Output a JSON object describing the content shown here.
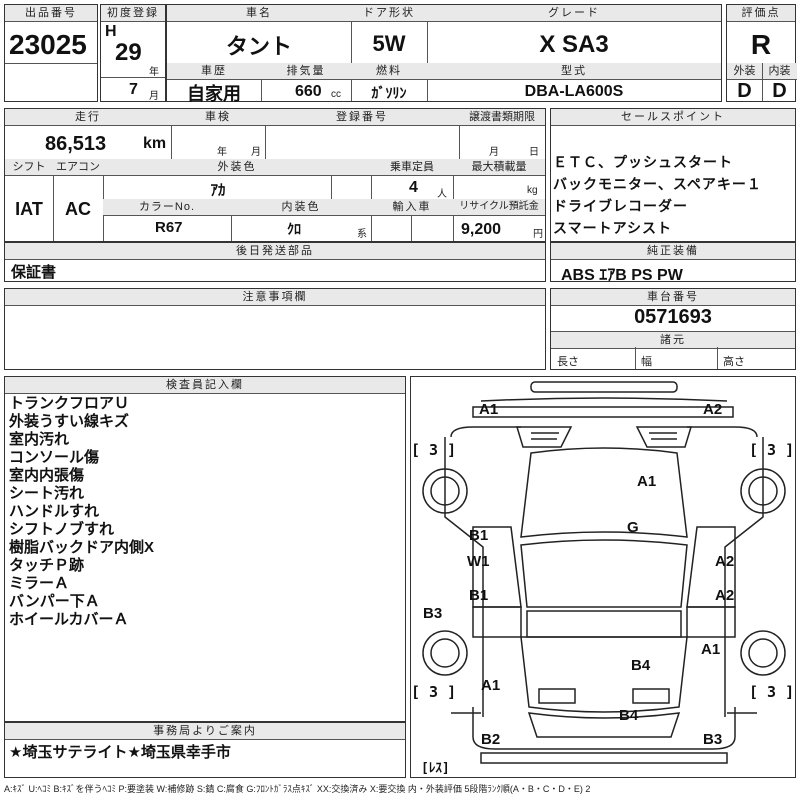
{
  "header": {
    "lot_label": "出品番号",
    "lot_number": "23025",
    "first_reg_label": "初度登録",
    "era": "H",
    "year": "29",
    "year_unit": "年",
    "month": "7",
    "month_unit": "月",
    "car_name_label": "車名",
    "car_name": "タント",
    "door_label": "ドア形状",
    "door": "5W",
    "grade_label": "グレード",
    "grade": "X SA3",
    "score_label": "評価点",
    "score": "R",
    "history_label": "車歴",
    "history": "自家用",
    "displacement_label": "排気量",
    "displacement": "660",
    "displacement_unit": "cc",
    "fuel_label": "燃料",
    "fuel": "ｶﾞｿﾘﾝ",
    "model_label": "型式",
    "model": "DBA-LA600S",
    "exterior_label": "外装",
    "exterior": "D",
    "interior_label": "内装",
    "interior": "D"
  },
  "specs": {
    "mileage_label": "走行",
    "mileage": "86,513",
    "mileage_unit": "km",
    "inspection_label": "車検",
    "year_unit": "年",
    "month_unit": "月",
    "registration_label": "登録番号",
    "transfer_label": "譲渡書類期限",
    "transfer_month": "月",
    "transfer_day": "日",
    "shift_label": "シフト",
    "shift": "IAT",
    "ac_label": "エアコン",
    "ac": "AC",
    "ext_color_label": "外装色",
    "ext_color": "ｱｶ",
    "capacity_label": "乗車定員",
    "capacity": "4",
    "capacity_unit": "人",
    "max_load_label": "最大積載量",
    "max_load_unit": "kg",
    "color_no_label": "カラーNo.",
    "color_no": "R67",
    "int_color_label": "内装色",
    "int_color": "ｸﾛ",
    "int_color_unit": "系",
    "import_label": "輸入車",
    "recycle_label": "リサイクル預託金",
    "recycle": "9,200",
    "recycle_unit": "円"
  },
  "sales_points": {
    "label": "セールスポイント",
    "items": [
      "ＥＴＣ、プッシュスタート",
      "バックモニター、スペアキー１",
      "ドライブレコーダー",
      "スマートアシスト"
    ]
  },
  "later_parts": {
    "label": "後日発送部品",
    "value": "保証書"
  },
  "equipment": {
    "label": "純正装備",
    "value": "ABS ｴｱB PS PW"
  },
  "notes": {
    "label": "注意事項欄"
  },
  "chassis": {
    "label": "車台番号",
    "value": "0571693",
    "spec_label": "諸元",
    "length": "長さ",
    "width": "幅",
    "height": "高さ"
  },
  "inspector": {
    "label": "検査員記入欄",
    "items": [
      "トランクフロアＵ",
      "外装うすい線キズ",
      "室内汚れ",
      "コンソール傷",
      "室内内張傷",
      "シート汚れ",
      "ハンドルすれ",
      "シフトノブすれ",
      "樹脂バックドア内側X",
      "タッチＰ跡",
      "ミラーＡ",
      "バンパー下Ａ",
      "ホイールカバーＡ"
    ]
  },
  "office": {
    "label": "事務局よりご案内",
    "value": "★埼玉サテライト★埼玉県幸手市"
  },
  "diagram": {
    "marks": {
      "a1_top_left": "A1",
      "a2_top_right": "A2",
      "a1_hood": "A1",
      "g_windshield": "G",
      "b1_left_front_door": "B1",
      "w1_left_front_door": "W1",
      "a2_right_front_door": "A2",
      "b1_left_rear_door": "B1",
      "a2_right_rear_door": "A2",
      "b3_left_rear": "B3",
      "a1_right_rear_wheel": "A1",
      "b4_rear_glass": "B4",
      "a1_left_rear_corner": "A1",
      "b4_rear": "B4",
      "b2_bottom_left": "B2",
      "b3_bottom_right": "B3"
    },
    "tires": {
      "front_left": "[ 3 ]",
      "front_right": "[ 3 ]",
      "rear_left": "[ 3 ]",
      "rear_right": "[ 3 ]"
    },
    "spare": "[ﾚｽ]"
  },
  "legend": "A:ｷｽﾞ U:ﾍｺﾐ B:ｷｽﾞを伴うﾍｺﾐ P:要塗装 W:補修跡 S:錆 C:腐食 G:ﾌﾛﾝﾄｶﾞﾗｽ点ｷｽﾞ XX:交換済み X:要交換 内・外装評価 5段階ﾗﾝｸ順(A・B・C・D・E) 2"
}
